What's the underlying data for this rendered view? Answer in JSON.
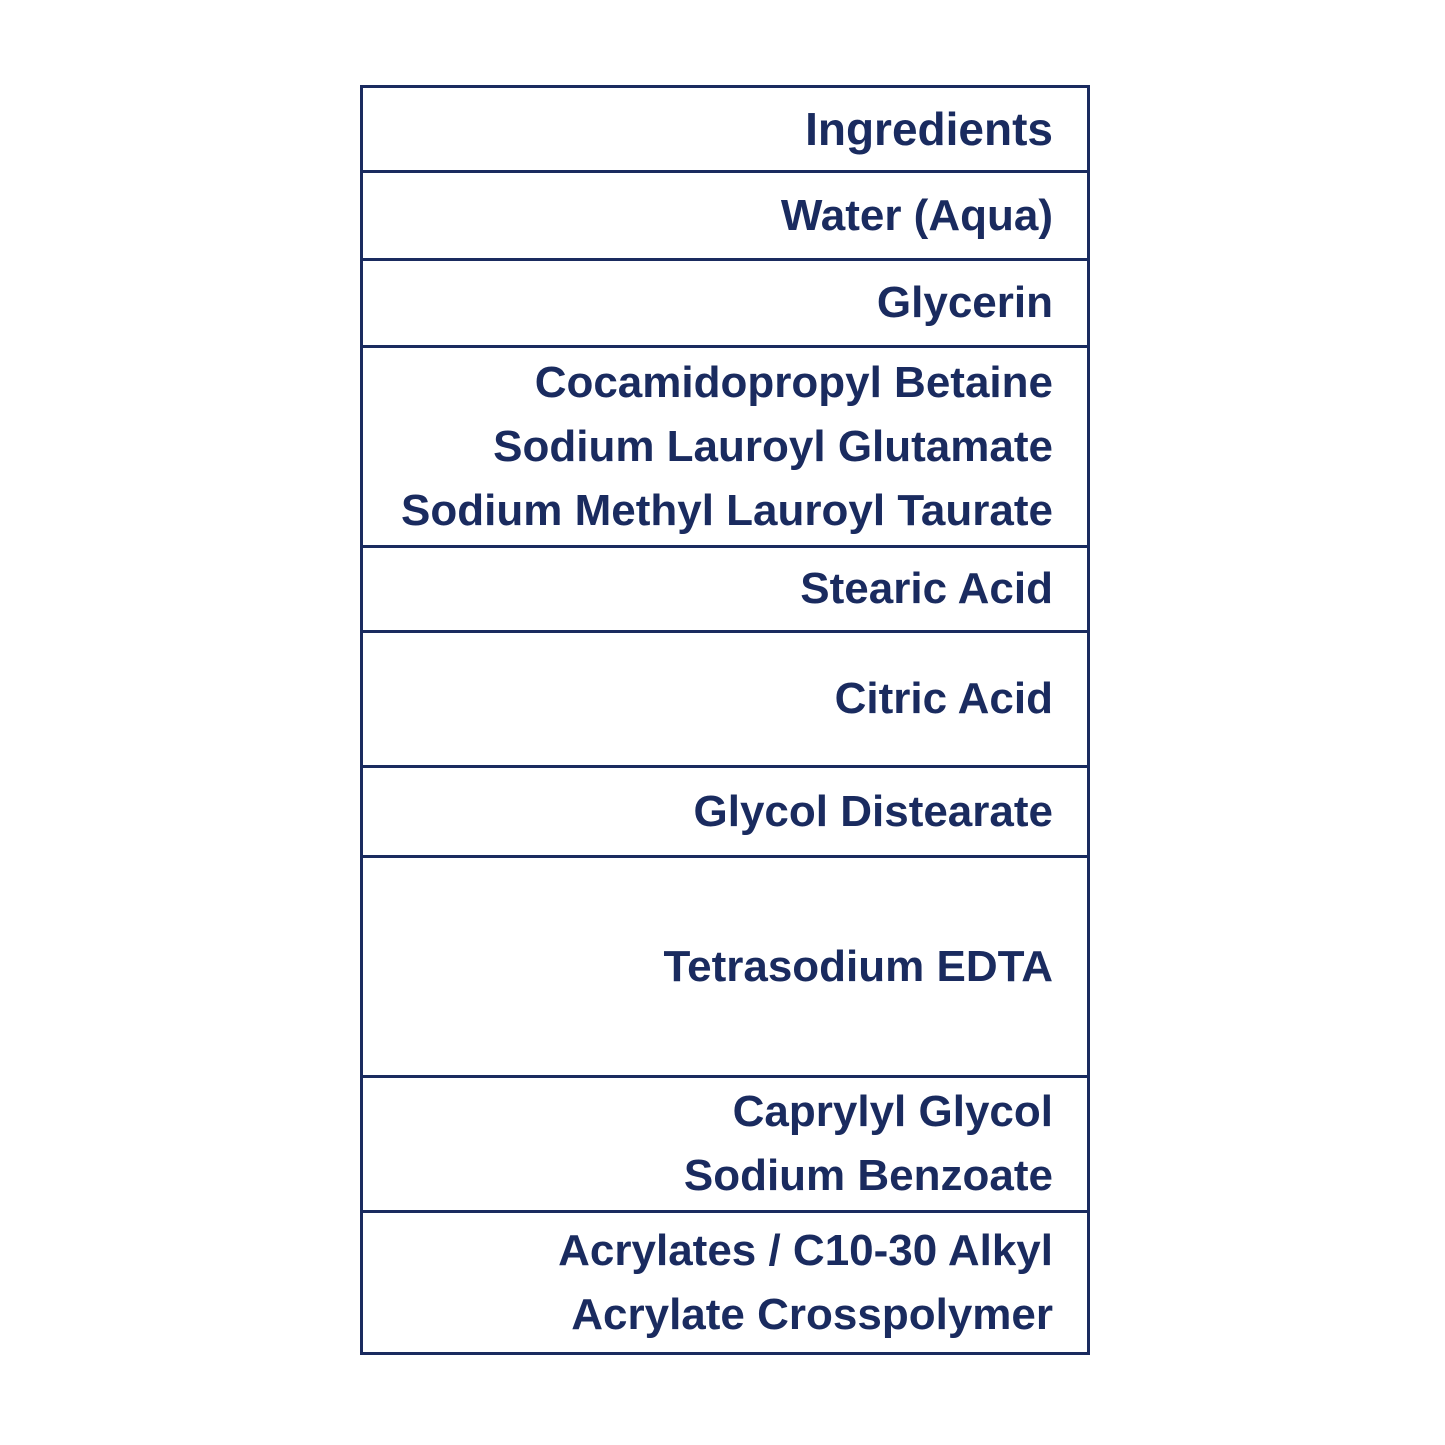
{
  "colors": {
    "text": "#1a2b5f",
    "border": "#1a2b5f",
    "background": "#ffffff"
  },
  "table": {
    "header": "Ingredients",
    "rows": [
      {
        "lines": [
          "Water (Aqua)"
        ]
      },
      {
        "lines": [
          "Glycerin"
        ]
      },
      {
        "lines": [
          "Cocamidopropyl Betaine",
          "Sodium Lauroyl Glutamate",
          "Sodium Methyl Lauroyl Taurate"
        ]
      },
      {
        "lines": [
          "Stearic Acid"
        ]
      },
      {
        "lines": [
          "Citric Acid"
        ]
      },
      {
        "lines": [
          "Glycol Distearate"
        ]
      },
      {
        "lines": [
          "Tetrasodium EDTA"
        ]
      },
      {
        "lines": [
          "Caprylyl Glycol",
          "Sodium Benzoate"
        ]
      },
      {
        "lines": [
          "Acrylates / C10-30 Alkyl",
          "Acrylate Crosspolymer"
        ]
      }
    ]
  }
}
